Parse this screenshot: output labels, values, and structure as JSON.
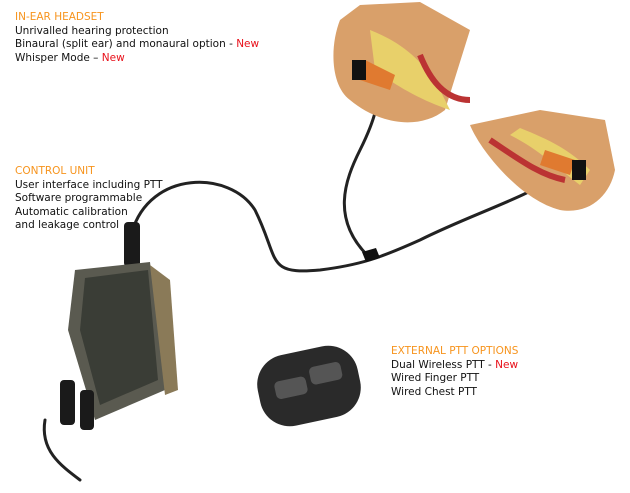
{
  "headset": {
    "title": "IN-EAR HEADSET",
    "line1": "Unrivalled hearing protection",
    "line2": "Binaural (split ear) and monaural option - ",
    "line2_badge": "New",
    "line3": "Whisper Mode – ",
    "line3_badge": "New"
  },
  "control": {
    "title": "CONTROL UNIT",
    "lines": [
      "User interface including PTT",
      "Software programmable",
      "Automatic calibration",
      "and leakage control"
    ]
  },
  "ptt": {
    "title": "EXTERNAL PTT OPTIONS",
    "line1": "Dual Wireless PTT - ",
    "line1_badge": "New",
    "line2": "Wired Finger PTT",
    "line3": "Wired Chest PTT"
  },
  "colors": {
    "heading": "#f7941d",
    "badge": "#e8101a"
  }
}
